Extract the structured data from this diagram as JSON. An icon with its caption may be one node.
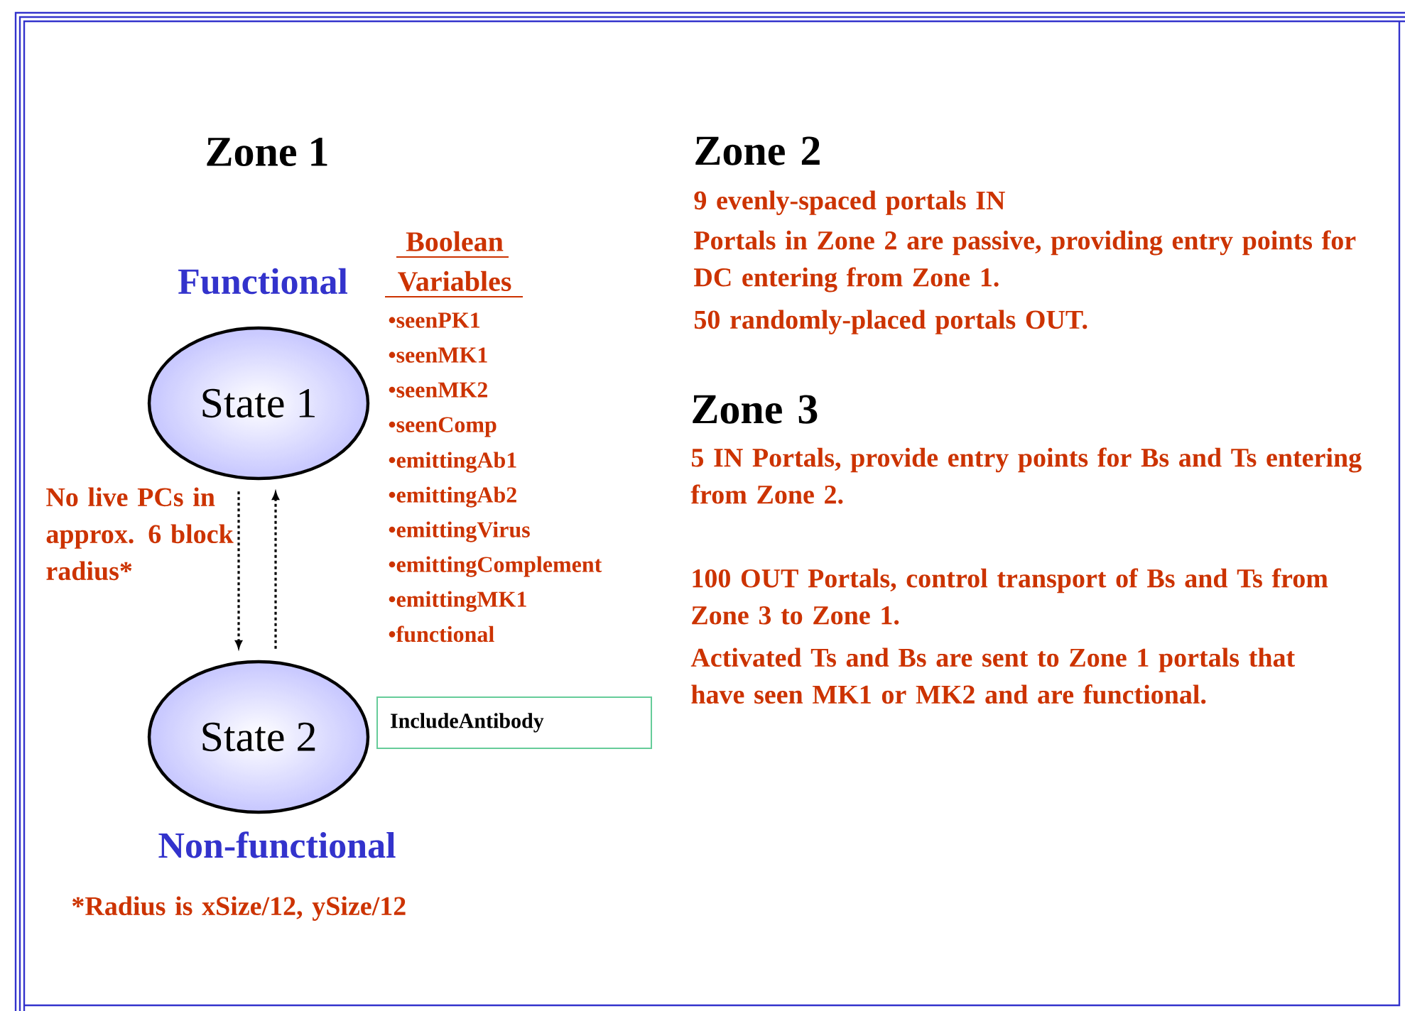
{
  "diagram": {
    "nodes": [
      {
        "text": [
          "State 1"
        ],
        "beside": [
          "Functional"
        ]
      },
      {
        "text": [
          "State 2"
        ],
        "beside": [
          "Non-functional"
        ]
      },
      {
        "text": [
          "IncludeAntibody"
        ]
      }
    ],
    "edges": [
      {
        "from": 0,
        "to": 1,
        "arrow": "to",
        "style": "dashed"
      },
      {
        "from": 1,
        "to": 0,
        "arrow": "to",
        "style": "dashed"
      }
    ],
    "labels": [
      "Zone 1",
      "Boolean Variables",
      "•seenPK1",
      "•seenMK1",
      "•seenMK2",
      "•seenComp",
      "•emittingAb1",
      "•emittingAb2",
      "•emittingVirus",
      "•emittingComplement",
      "•emittingMK1",
      "•functional",
      "No live PCs in approx. 6 block radius*",
      "*Radius is xSize/12, ySize/12",
      "Zone 2",
      "9 evenly-spaced portals IN",
      "Portals in Zone 2 are passive, providing entry points for DC entering from Zone 1.",
      "50 randomly-placed portals OUT.",
      "Zone 3",
      "5 IN Portals, provide entry points for Bs and Ts entering from Zone 2.",
      "100 OUT Portals, control transport of Bs and Ts from Zone 3 to Zone 1.",
      "Activated Ts and Bs are sent to Zone 1 portals that have seen MK1 or MK2 and are functional."
    ]
  }
}
